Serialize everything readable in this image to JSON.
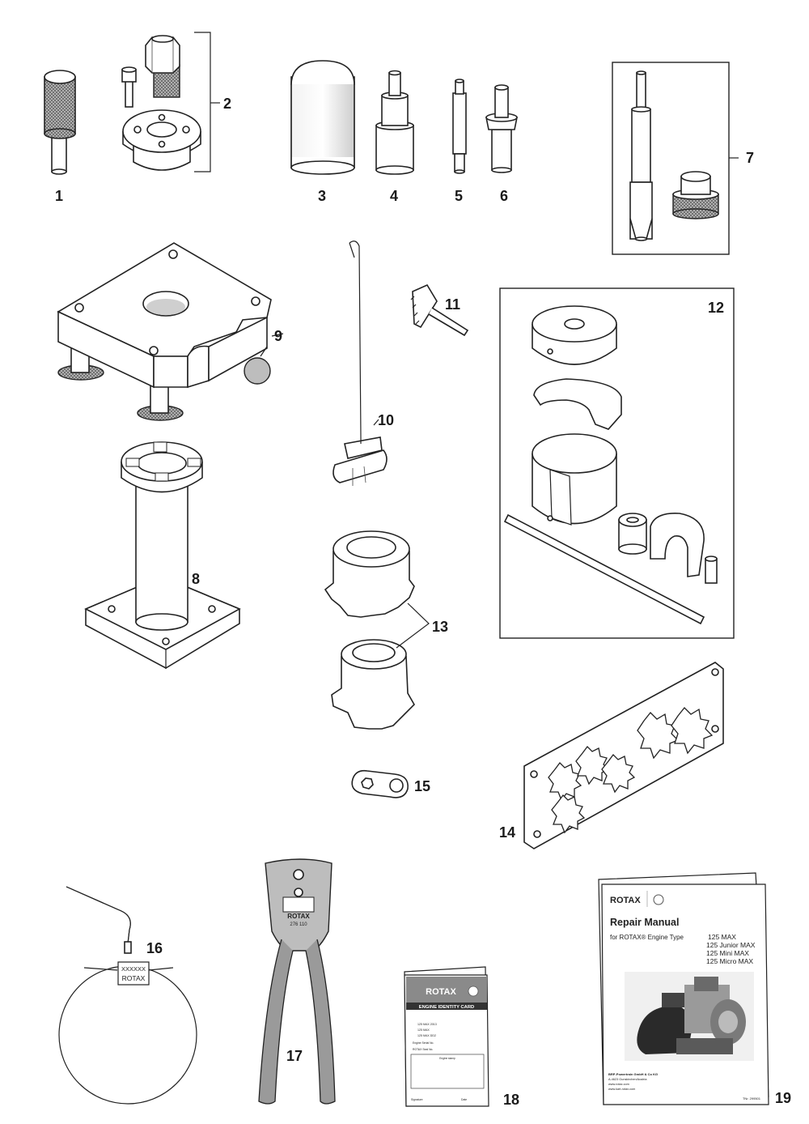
{
  "callouts": [
    "1",
    "2",
    "3",
    "4",
    "5",
    "6",
    "7",
    "8",
    "9",
    "10",
    "11",
    "12",
    "13",
    "14",
    "15",
    "16",
    "17",
    "18",
    "19"
  ],
  "seal_tag": {
    "line1": "XXXXXX",
    "line2": "ROTAX"
  },
  "pliers_label": {
    "brand": "ROTAX",
    "part": "276 110"
  },
  "identity_card": {
    "brand": "ROTAX",
    "title": "ENGINE IDENTITY CARD",
    "lines": [
      "125 MAX 2013",
      "125 MAX",
      "125 MAX DD2"
    ],
    "serial_label": "Engine Serial No.",
    "seal_label": "ROTAX Seal No.",
    "stamp_label": "Engine stamp",
    "signature_label": "Signature",
    "date_label": "Date"
  },
  "manual": {
    "brand": "ROTAX",
    "title": "Repair Manual",
    "subtitle": "for ROTAX® Engine Type",
    "engine_types": [
      "125 MAX",
      "125 Junior MAX",
      "125 Mini MAX",
      "125 Micro MAX"
    ],
    "publisher": "BRP-Powertrain GmbH & Co KG",
    "address": "A-4623 Gunskirchen/Austria",
    "web1": "www.rotax.com",
    "web2": "www.kart-rotax.com",
    "part_no": "TNr. 299501"
  }
}
